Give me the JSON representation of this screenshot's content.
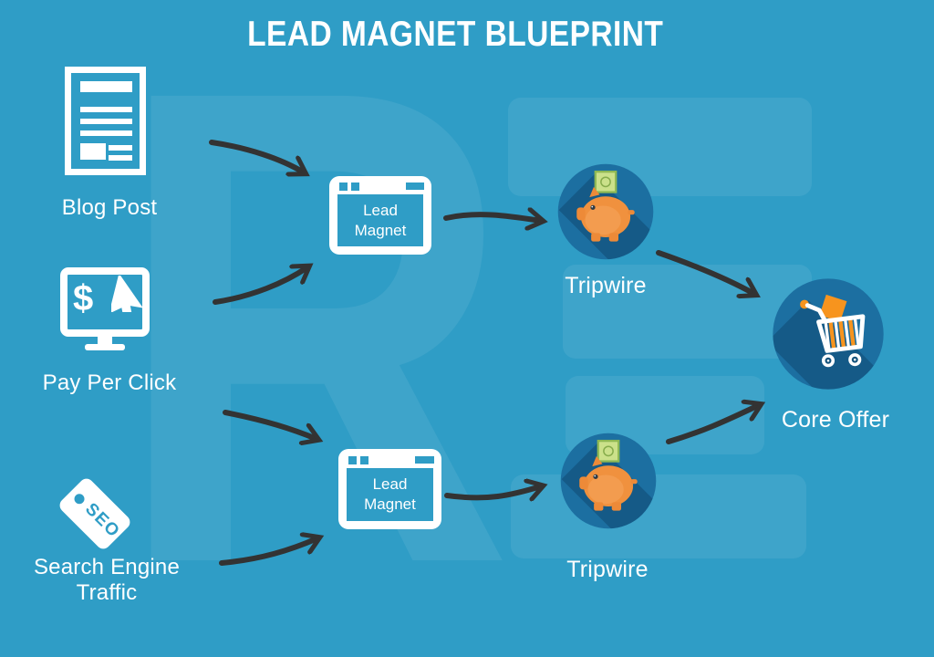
{
  "title": "LEAD MAGNET BLUEPRINT",
  "colors": {
    "background": "#2F9DC6",
    "badge_circle": "#1C6FA1",
    "badge_shadow": "#0B3F63",
    "arrow": "#333333",
    "piggy_orange": "#F0913E",
    "cart_orange": "#F7941E",
    "bill_green": "#CBE18A",
    "white": "#FFFFFF"
  },
  "watermark": {
    "letters": [
      "R",
      "E"
    ]
  },
  "sources": [
    {
      "id": "blog-post",
      "label": "Blog Post",
      "icon": "document-icon"
    },
    {
      "id": "pay-per-click",
      "label": "Pay Per Click",
      "icon": "monitor-icon",
      "icon_text": "$"
    },
    {
      "id": "search-engine-traffic",
      "label": "Search Engine Traffic",
      "icon": "seo-tag-icon",
      "tag_text": "SEO"
    }
  ],
  "lead_magnets": [
    {
      "label": "Lead Magnet"
    },
    {
      "label": "Lead Magnet"
    }
  ],
  "tripwires": [
    {
      "label": "Tripwire"
    },
    {
      "label": "Tripwire"
    }
  ],
  "core_offer": {
    "label": "Core Offer"
  }
}
